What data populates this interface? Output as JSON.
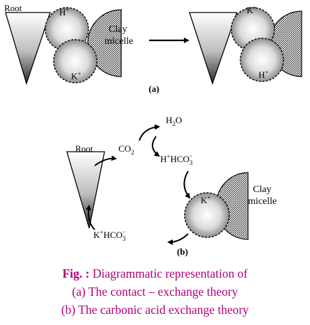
{
  "panel_a": {
    "root_label": "Root",
    "clay_label_line1": "Clay",
    "clay_label_line2": "micelle",
    "left_top_ion": "H",
    "left_top_ion_charge": "+",
    "left_bottom_ion": "K",
    "left_bottom_ion_charge": "+",
    "right_top_ion": "K",
    "right_top_ion_charge": "+",
    "right_bottom_ion": "H",
    "right_bottom_ion_charge": "+",
    "panel_label": "(a)"
  },
  "panel_b": {
    "root_label": "Root",
    "co2_label": "CO",
    "co2_sub": "2",
    "h2o_label_h": "H",
    "h2o_sub": "2",
    "h2o_label_o": "O",
    "hhco3_h": "H",
    "hhco3_plus": "+",
    "hhco3_rest": "HCO",
    "hhco3_sub": "3",
    "hhco3_minus": "−",
    "k_label": "K",
    "k_charge": "+",
    "clay_label_line1": "Clay",
    "clay_label_line2": "micelle",
    "khco3_k": "K",
    "khco3_plus": "+",
    "khco3_rest": "HCO",
    "khco3_sub": "3",
    "khco3_minus": "−",
    "panel_label": "(b)"
  },
  "caption": {
    "fig_label": "Fig. :",
    "line1": "Diagrammatic representation of",
    "line2": "(a)  The contact – exchange theory",
    "line3": "(b)  The carbonic acid exchange theory"
  },
  "colors": {
    "caption": "#b0007a",
    "outline": "#000000"
  }
}
